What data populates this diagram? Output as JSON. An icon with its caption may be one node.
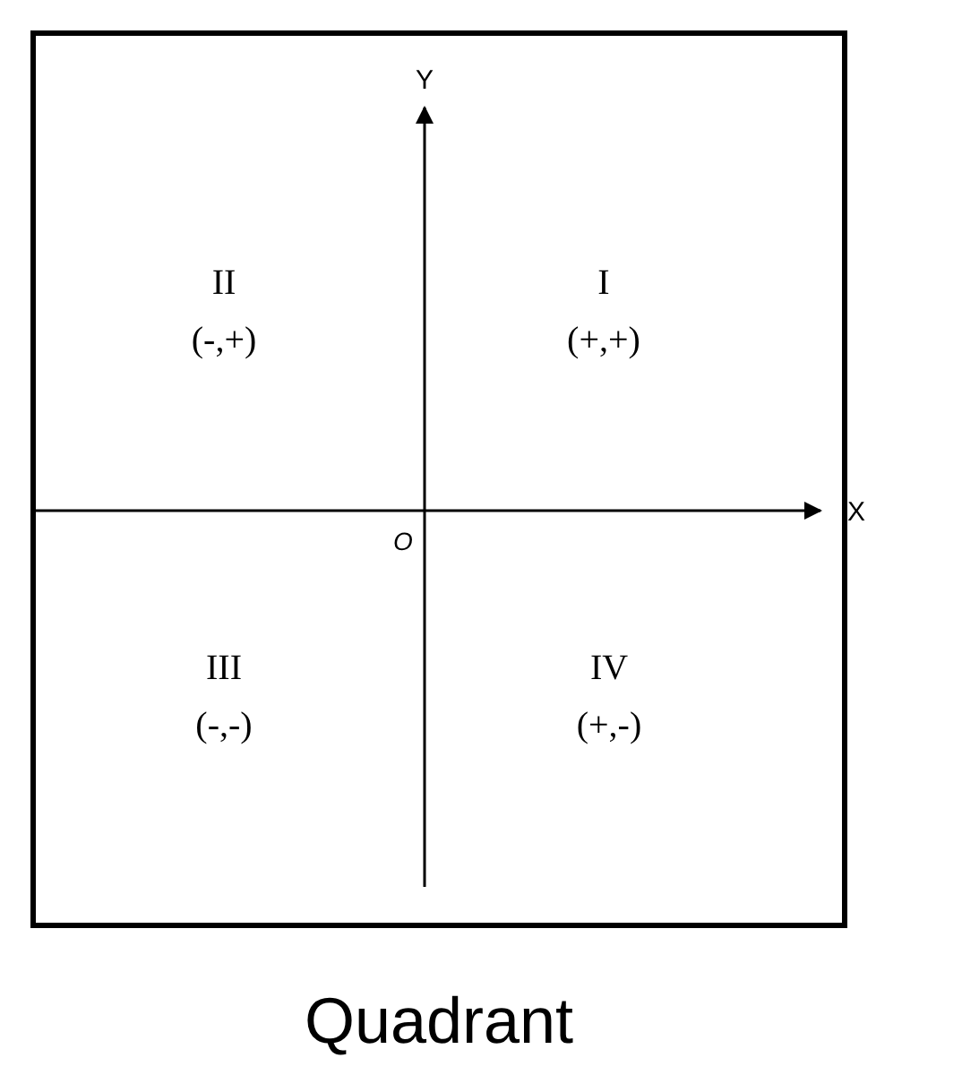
{
  "diagram": {
    "caption": "Quadrant",
    "labels": [
      "Y",
      "II",
      "(-,+)",
      "I",
      "(+,+)",
      "X",
      "O",
      "III",
      "(-,-)",
      "IV",
      "(+,-)"
    ]
  }
}
